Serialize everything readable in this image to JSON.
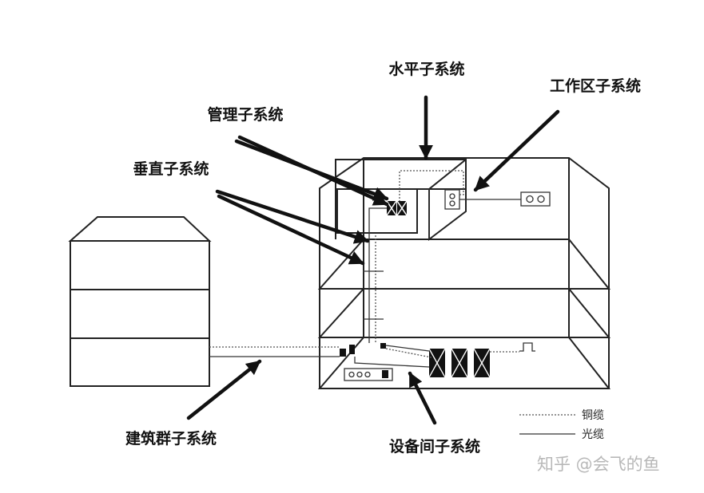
{
  "labels": {
    "horizontal": "水平子系统",
    "work_area": "工作区子系统",
    "management": "管理子系统",
    "vertical": "垂直子系统",
    "campus": "建筑群子系统",
    "equipment_room": "设备间子系统"
  },
  "legend": {
    "copper": "铜缆",
    "fiber": "光缆"
  },
  "watermark": "知乎 @会飞的鱼"
}
